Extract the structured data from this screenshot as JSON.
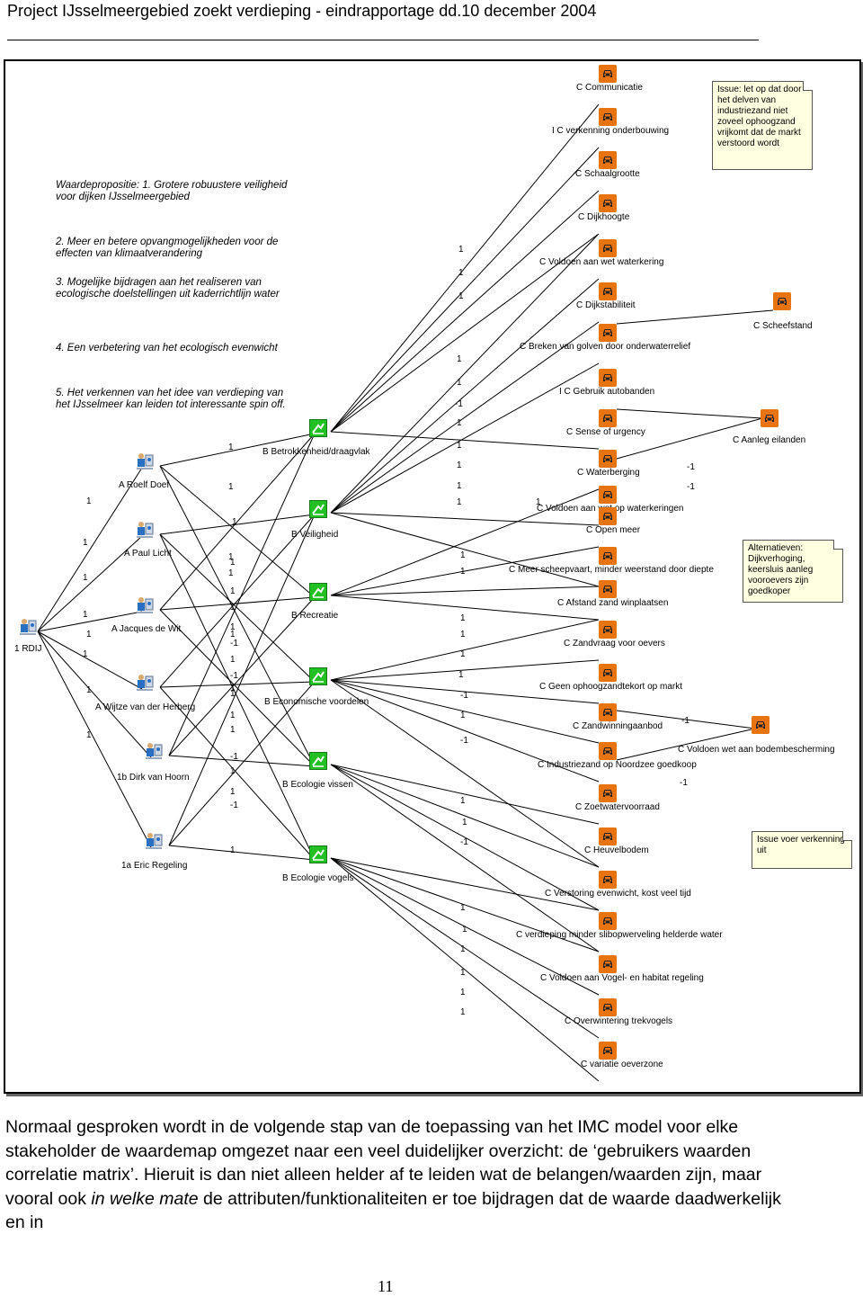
{
  "header": {
    "title": "Project IJsselmeergebied zoekt verdieping  -   eindrapportage dd.10 december 2004"
  },
  "value_propositions": [
    "Waardepropositie: 1. Grotere robuustere veiligheid voor dijken IJsselmeergebied",
    "2. Meer en betere opvangmogelijkheden voor de effecten van klimaatverandering",
    "3. Mogelijke bijdragen aan het realiseren van ecologische doelstellingen uit kaderrichtlijn water",
    "4. Een verbetering van het ecologisch evenwicht",
    "5. Het verkennen van het idee van verdieping van het IJsselmeer kan leiden tot interessante spin off."
  ],
  "root_node": {
    "label": "1 RDIJ"
  },
  "stakeholders": [
    "A Roelf Doef",
    "A Paul Licht",
    "A Jacques de Wit",
    "A Wijtze van der Herberg",
    "1b Dirk van Hoorn",
    "1a Eric Regeling"
  ],
  "stakeholder_weights": [
    "1",
    "1",
    "1",
    "1",
    "1",
    "1",
    "1",
    "1"
  ],
  "nodes_b": [
    "B Betrokkenheid/draagvlak",
    "B Veiligheid",
    "B Recreatie",
    "B Economische voordelen",
    "B Ecologie vissen",
    "B Ecologie vogels"
  ],
  "b_weights": [
    "1",
    "1",
    "1",
    "1",
    "1",
    "1",
    "1",
    "1",
    "-1",
    "1",
    "-1",
    "1",
    "1",
    "-1",
    "1",
    "-1",
    "1",
    "1",
    "1",
    "1",
    "1",
    "1"
  ],
  "nodes_c": [
    "C Communicatie",
    "I C verkenning onderbouwing",
    "C Schaalgrootte",
    "C Dijkhoogte",
    "C Voldoen aan wet waterkering",
    "C Dijkstabiliteit",
    "C Breken van golven door onderwaterrelief",
    "I C Gebruik autobanden",
    "C Sense of urgency",
    "C Waterberging",
    "C Voldoen aan wet op waterkeringen",
    "C Open meer",
    "C Meer scheepvaart, minder weerstand door diepte",
    "C Afstand zand winplaatsen",
    "C Zandvraag voor oevers",
    "C Geen ophoogzandtekort op markt",
    "C Zandwinningaanbod",
    "C Industriezand op Noordzee goedkoop",
    "C Zoetwatervoorraad",
    "C Heuvelbodem",
    "C Verstoring evenwicht, kost veel tijd",
    "C verdieping minder slibopwerveling helderde water",
    "C Voldoen aan Vogel- en habitat regeling",
    "C Overwintering trekvogels",
    "C variatie oeverzone"
  ],
  "c_weights": [
    "1",
    "1",
    "1",
    "1",
    "1",
    "-1",
    "1",
    "1",
    "1",
    "1",
    "1",
    "1",
    "1",
    "1",
    "1",
    "1",
    "1",
    "1",
    "-1",
    "1",
    "-1",
    "1",
    "1",
    "-1",
    "1",
    "1",
    "1",
    "1",
    "1",
    "1"
  ],
  "side_nodes": [
    "C Scheefstand",
    "C Aanleg eilanden",
    "C Voldoen wet aan bodembescherming"
  ],
  "side_weights": [
    "-1",
    "-1",
    "-1",
    "-1"
  ],
  "notes": [
    "Issue: let op dat door het delven van industriezand niet zoveel ophoogzand vrijkomt dat de markt verstoord wordt",
    "Alternatieven: Dijkverhoging, keersluis aanleg vooroevers zijn goedkoper",
    "Issue voer verkenning uit"
  ],
  "paragraph": {
    "before": "Normaal gesproken wordt in de volgende stap van de toepassing van het IMC model voor elke stakeholder de waardemap omgezet naar een veel duidelijker overzicht: de ‘gebruikers waarden correlatie matrix’. Hieruit is dan niet alleen helder af te leiden wat de belangen/waarden zijn, maar vooral ook ",
    "emph": "in welke mate",
    "after": " de attributen/funktionaliteiten er toe bijdragen dat de waarde daadwerkelijk en in"
  },
  "page_number": "11",
  "colors": {
    "car_icon": "#e8740f",
    "b_icon": "#23c023",
    "note_bg": "#ffffe1"
  }
}
